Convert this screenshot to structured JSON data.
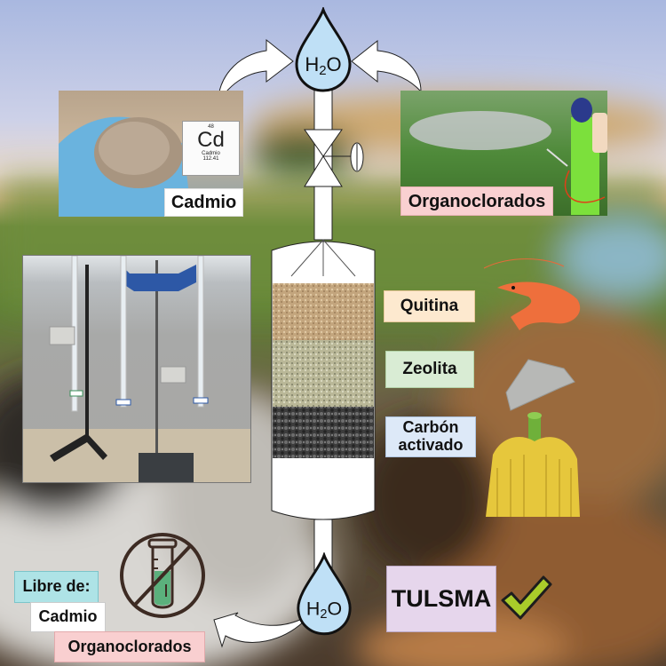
{
  "water_label": "H₂O",
  "top_water": {
    "text_main": "H",
    "text_sub": "2",
    "text_end": "O"
  },
  "bottom_water": {
    "text_main": "H",
    "text_sub": "2",
    "text_end": "O"
  },
  "sources": {
    "cadmium": {
      "caption": "Cadmio",
      "element_card": {
        "atomic_number": "48",
        "symbol": "Cd",
        "name": "Cadmio",
        "mass": "112.41"
      }
    },
    "organochlorines": {
      "caption": "Organoclorados"
    }
  },
  "filter_layers": [
    {
      "label": "Quitina",
      "color": "#fde9cf",
      "border": "#e8c89a",
      "source": "shrimp"
    },
    {
      "label": "Zeolita",
      "color": "#d9ecd4",
      "border": "#b4d3a8",
      "source": "rock"
    },
    {
      "label": "Carbón activado",
      "label_line1": "Carbón",
      "label_line2": "activado",
      "color": "#dde9f8",
      "border": "#aec4e0",
      "source": "banana"
    }
  ],
  "result": {
    "title": "Libre de:",
    "items": [
      "Cadmio",
      "Organoclorados"
    ],
    "title_color": "#aee3e6",
    "item_colors": [
      "#ffffff",
      "#f9cfd0"
    ]
  },
  "approval": {
    "text": "TULSMA",
    "box_color": "#e6d6ec",
    "check_color": "#a9cc2a"
  },
  "colors": {
    "water_drop": "#bfe0f6",
    "pipe": "#ffffff",
    "outline": "#111111"
  }
}
